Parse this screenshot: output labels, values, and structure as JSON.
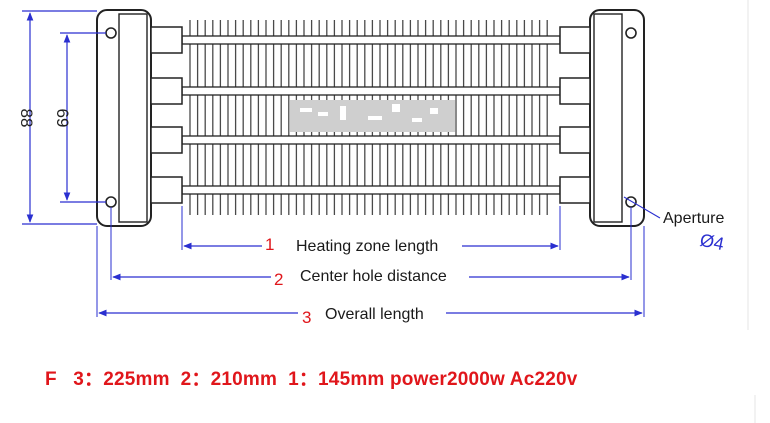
{
  "dimensions": {
    "height_outer": "88",
    "height_inner": "69",
    "heating_zone": {
      "number": "1",
      "label": "Heating zone length"
    },
    "center_hole": {
      "number": "2",
      "label": "Center hole distance"
    },
    "overall": {
      "number": "3",
      "label": "Overall length"
    }
  },
  "aperture": {
    "label": "Aperture",
    "diameter": "Ø4"
  },
  "spec_line": "F   3：225mm  2：210mm  1：145mm power2000w Ac220v",
  "colors": {
    "dimension_line": "#2a2fd0",
    "callout_red": "#e0161b",
    "outline": "#222222",
    "fin": "#4a4a4a"
  }
}
